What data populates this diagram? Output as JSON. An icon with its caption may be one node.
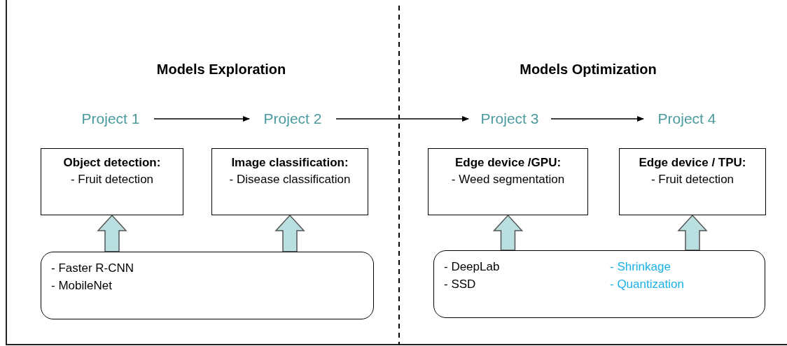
{
  "diagram": {
    "nodes": [
      {
        "text": [
          "Project 1"
        ]
      },
      {
        "text": [
          "Project 2"
        ]
      },
      {
        "text": [
          "Project 3"
        ]
      },
      {
        "text": [
          "Project 4"
        ]
      },
      {
        "text": [
          "Object detection:",
          "- Fruit detection"
        ]
      },
      {
        "text": [
          "Image classification:",
          "- Disease classification"
        ]
      },
      {
        "text": [
          "Edge device /GPU:",
          "- Weed segmentation"
        ]
      },
      {
        "text": [
          "Edge device / TPU:",
          "- Fruit detection"
        ]
      },
      {
        "text": [
          "- Faster R-CNN",
          "- MobileNet"
        ]
      },
      {
        "text": [
          "- DeepLab",
          "- SSD",
          "- Shrinkage",
          "- Quantization"
        ]
      }
    ],
    "edges": [
      {
        "from": 0,
        "to": 1,
        "arrow": "to"
      },
      {
        "from": 1,
        "to": 2,
        "arrow": "to"
      },
      {
        "from": 2,
        "to": 3,
        "arrow": "to"
      },
      {
        "from": 8,
        "to": 4,
        "arrow": "to",
        "style": "thick",
        "color": "#b9dfe0"
      },
      {
        "from": 8,
        "to": 5,
        "arrow": "to",
        "style": "thick",
        "color": "#b9dfe0"
      },
      {
        "from": 9,
        "to": 6,
        "arrow": "to",
        "style": "thick",
        "color": "#b9dfe0"
      },
      {
        "from": 9,
        "to": 7,
        "arrow": "to",
        "style": "thick",
        "color": "#b9dfe0"
      }
    ],
    "labels": [
      "Models Exploration",
      "Models Optimization"
    ]
  }
}
